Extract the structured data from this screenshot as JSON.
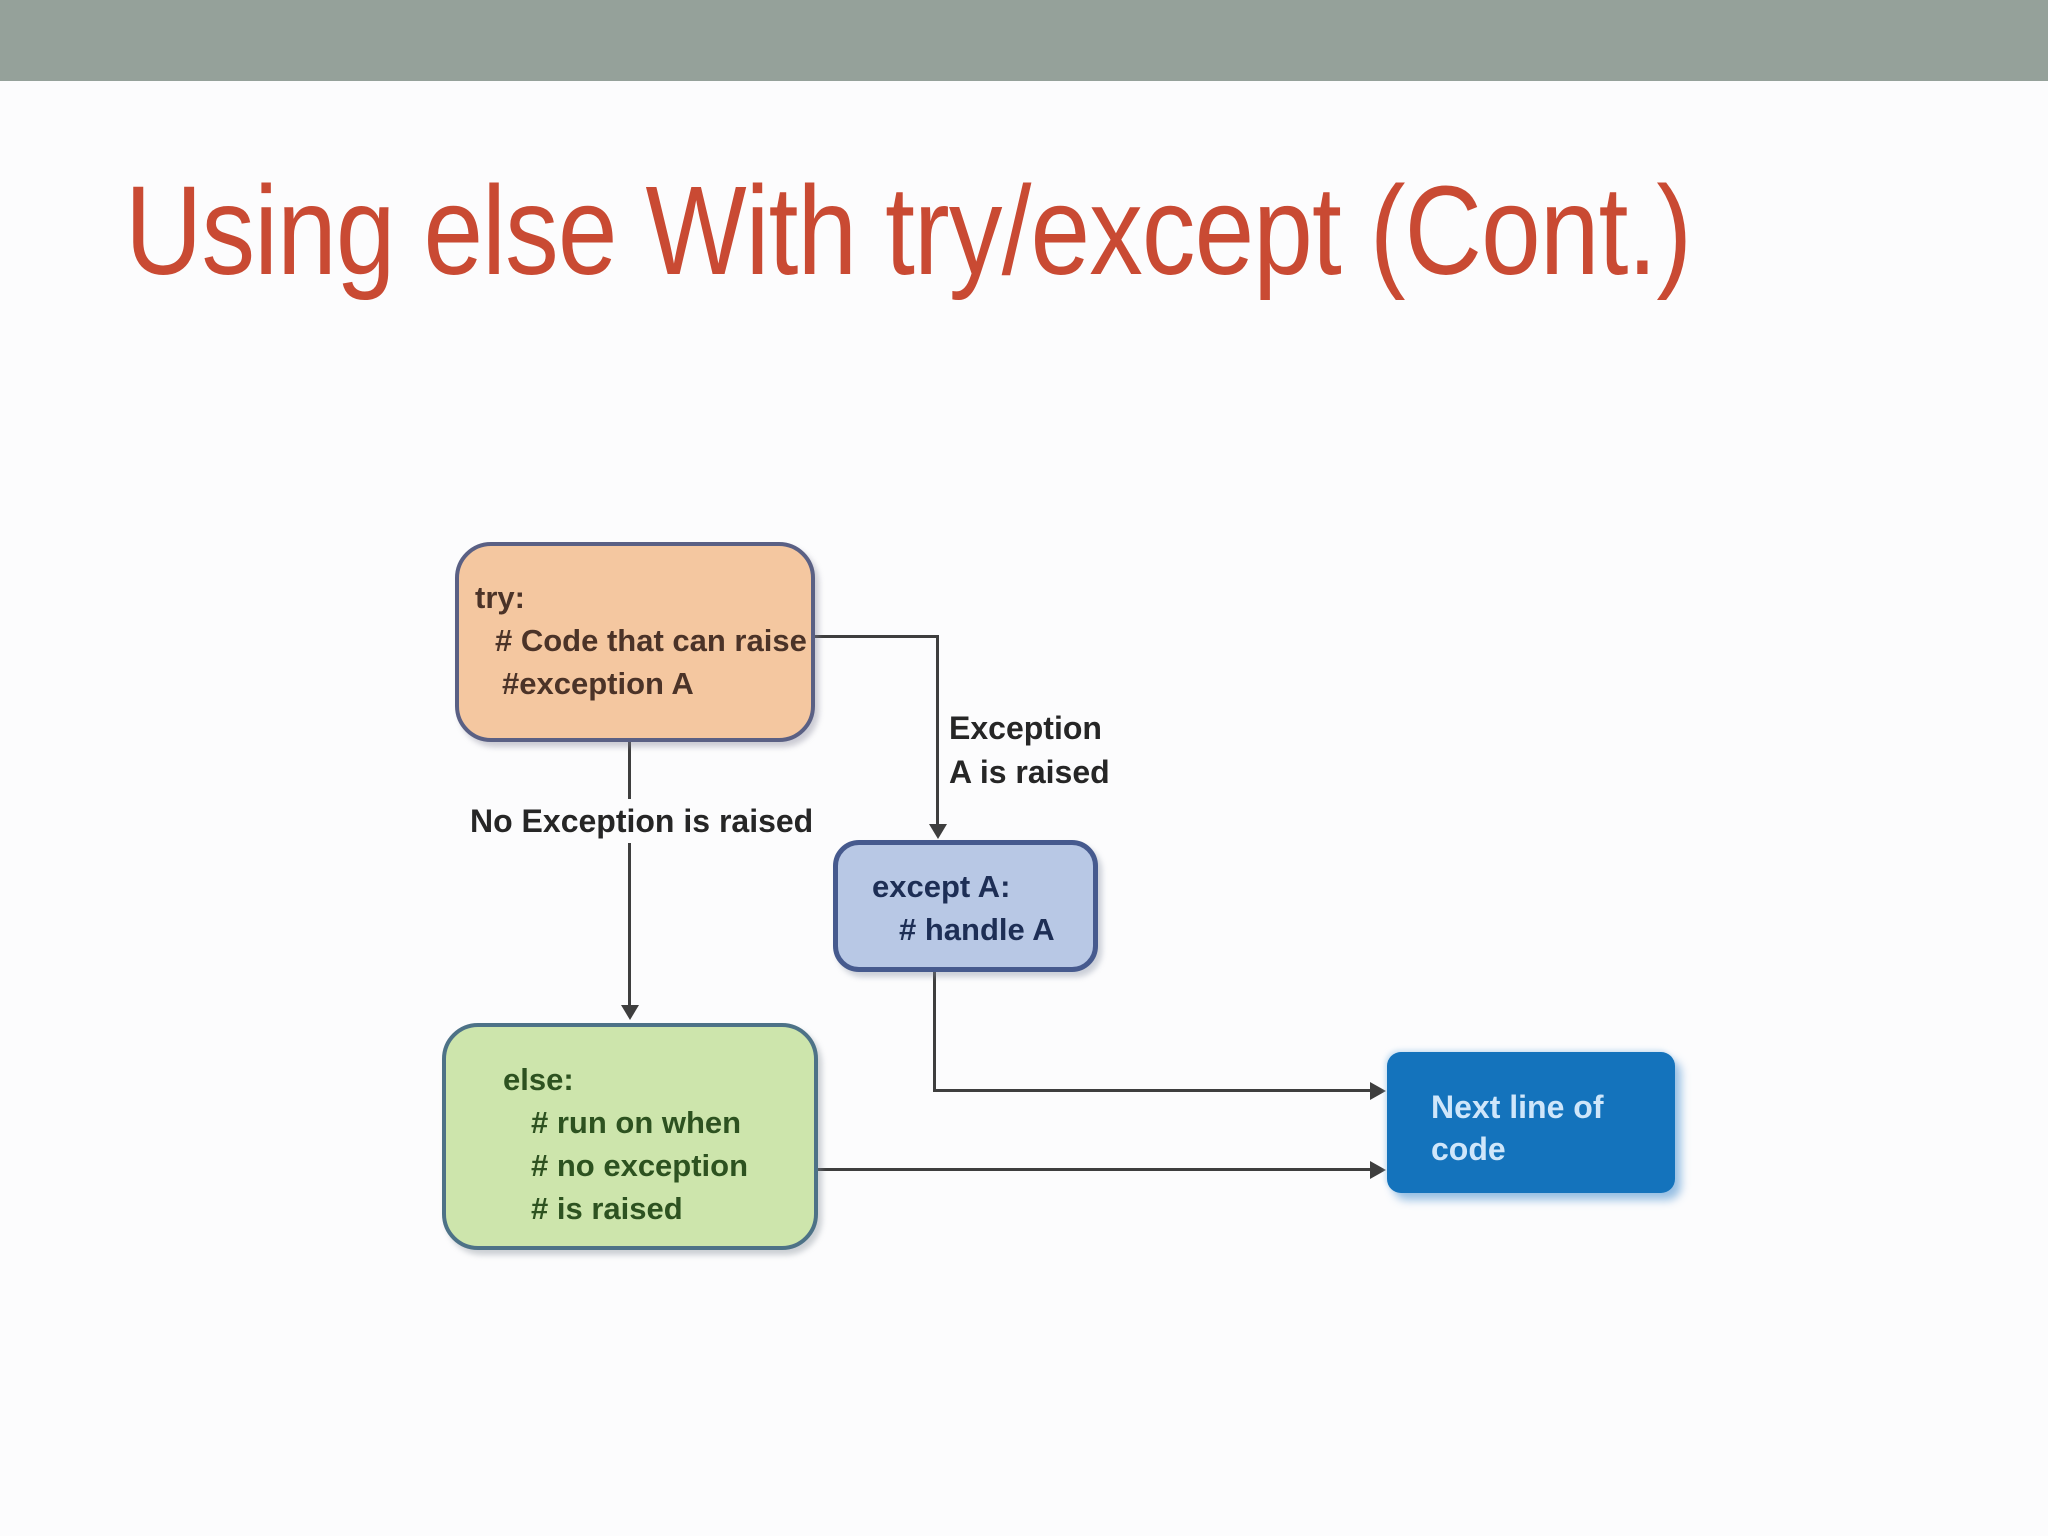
{
  "slide": {
    "title": "Using else With try/except (Cont.)"
  },
  "colors": {
    "top_bar": "#95a19a",
    "title_text": "#c94a33",
    "try_fill": "#f4c7a0",
    "try_border": "#5a6084",
    "try_text": "#4b3328",
    "else_fill": "#cde5ac",
    "else_border": "#4d7287",
    "else_text": "#2d5220",
    "except_fill": "#b8c8e5",
    "except_border": "#465a8e",
    "except_text": "#1d2e55",
    "next_fill": "#1473bc",
    "next_text": "#cfe6fa",
    "connector": "#3e3e3e"
  },
  "flowchart": {
    "try_box": {
      "line1": "try:",
      "line2": "# Code that can raise",
      "line3": "#exception A"
    },
    "labels": {
      "no_exception": "No Exception is raised",
      "exception_line1": "Exception",
      "exception_line2": "A is raised"
    },
    "except_box": {
      "line1": "except A:",
      "line2": "# handle A"
    },
    "else_box": {
      "line1": "else:",
      "line2": "# run on when",
      "line3": "# no exception",
      "line4": "# is raised"
    },
    "next_box": {
      "line1": "Next line of",
      "line2": "code"
    }
  }
}
